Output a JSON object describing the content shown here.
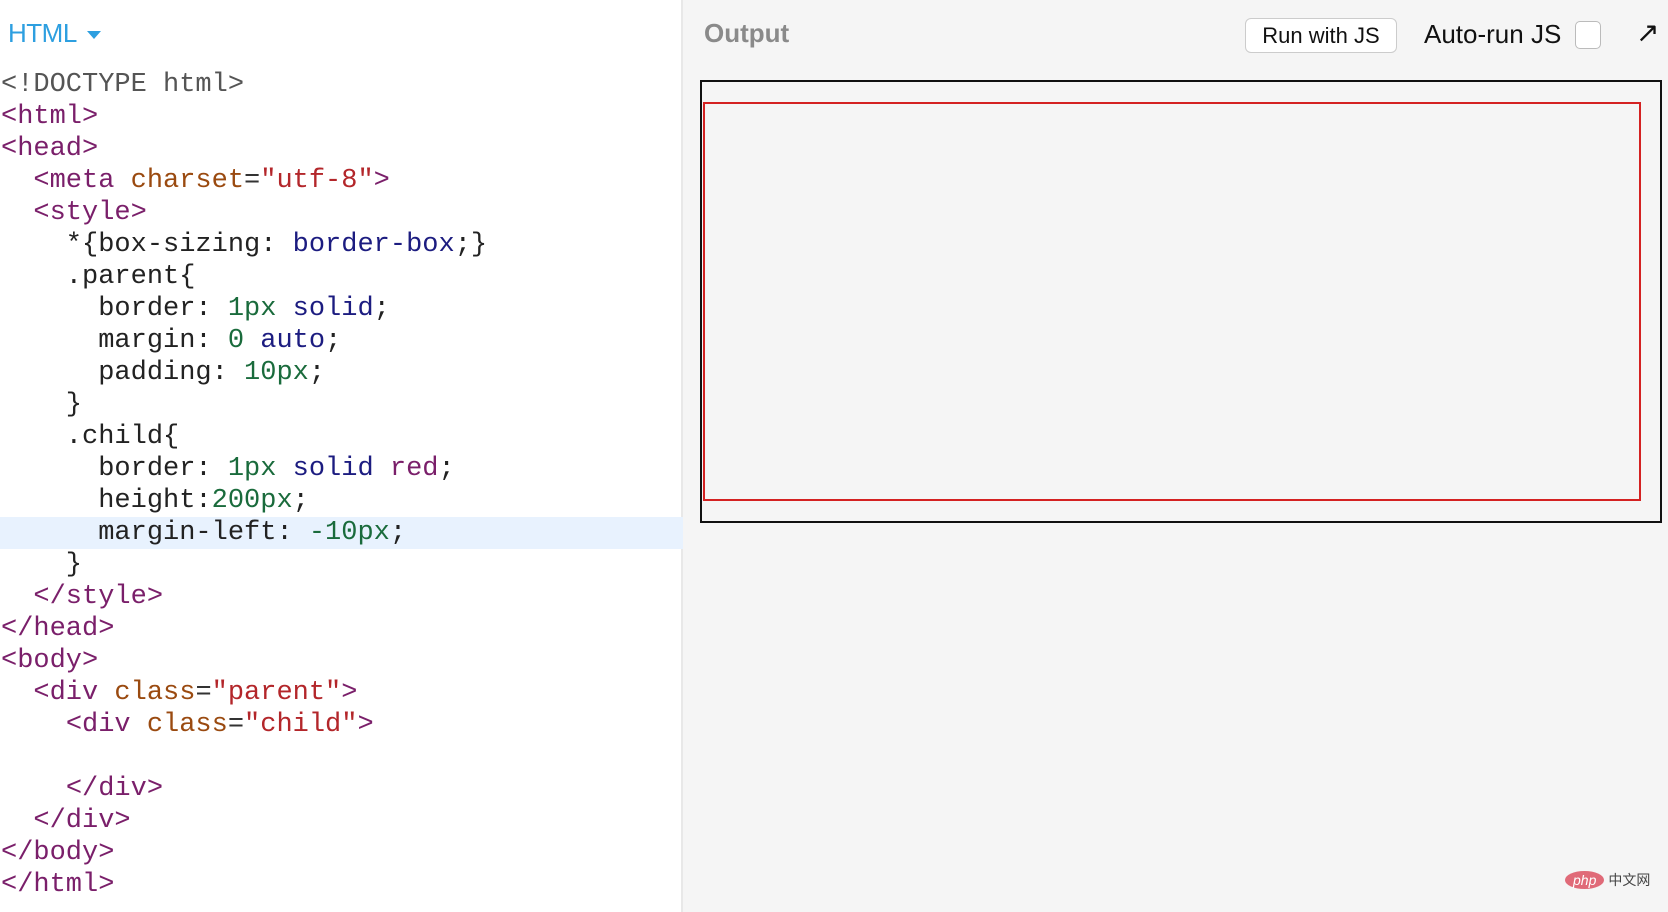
{
  "editor": {
    "language": "HTML",
    "lines": [
      [
        [
          "doc",
          "<!DOCTYPE html>"
        ]
      ],
      [
        [
          "tag",
          "<html>"
        ]
      ],
      [
        [
          "tag",
          "<head>"
        ]
      ],
      [
        [
          "plain",
          "  "
        ],
        [
          "tag",
          "<meta "
        ],
        [
          "attr",
          "charset"
        ],
        [
          "punc",
          "="
        ],
        [
          "str",
          "\"utf-8\""
        ],
        [
          "tag",
          ">"
        ]
      ],
      [
        [
          "plain",
          "  "
        ],
        [
          "tag",
          "<style>"
        ]
      ],
      [
        [
          "plain",
          "    *{box-sizing: "
        ],
        [
          "kw",
          "border-box"
        ],
        [
          "plain",
          ";}"
        ]
      ],
      [
        [
          "plain",
          "    .parent{"
        ]
      ],
      [
        [
          "plain",
          "      border: "
        ],
        [
          "num",
          "1px"
        ],
        [
          "plain",
          " "
        ],
        [
          "kw",
          "solid"
        ],
        [
          "plain",
          ";"
        ]
      ],
      [
        [
          "plain",
          "      margin: "
        ],
        [
          "num",
          "0"
        ],
        [
          "plain",
          " "
        ],
        [
          "kw",
          "auto"
        ],
        [
          "plain",
          ";"
        ]
      ],
      [
        [
          "plain",
          "      padding: "
        ],
        [
          "num",
          "10px"
        ],
        [
          "plain",
          ";"
        ]
      ],
      [
        [
          "plain",
          "    }"
        ]
      ],
      [
        [
          "plain",
          "    .child{"
        ]
      ],
      [
        [
          "plain",
          "      border: "
        ],
        [
          "num",
          "1px"
        ],
        [
          "plain",
          " "
        ],
        [
          "kw",
          "solid"
        ],
        [
          "plain",
          " "
        ],
        [
          "tag",
          "red"
        ],
        [
          "plain",
          ";"
        ]
      ],
      [
        [
          "plain",
          "      height:"
        ],
        [
          "num",
          "200px"
        ],
        [
          "plain",
          ";"
        ]
      ],
      [
        [
          "plain",
          "      margin-left: "
        ],
        [
          "num",
          "-10px"
        ],
        [
          "plain",
          ";"
        ]
      ],
      [
        [
          "plain",
          "    }"
        ]
      ],
      [
        [
          "plain",
          "  "
        ],
        [
          "tag",
          "</style>"
        ]
      ],
      [
        [
          "tag",
          "</head>"
        ]
      ],
      [
        [
          "tag",
          "<body>"
        ]
      ],
      [
        [
          "plain",
          "  "
        ],
        [
          "tag",
          "<div "
        ],
        [
          "attr",
          "class"
        ],
        [
          "punc",
          "="
        ],
        [
          "str",
          "\"parent\""
        ],
        [
          "tag",
          ">"
        ]
      ],
      [
        [
          "plain",
          "    "
        ],
        [
          "tag",
          "<div "
        ],
        [
          "attr",
          "class"
        ],
        [
          "punc",
          "="
        ],
        [
          "str",
          "\"child\""
        ],
        [
          "tag",
          ">"
        ]
      ],
      [
        [
          "plain",
          " "
        ]
      ],
      [
        [
          "plain",
          "    "
        ],
        [
          "tag",
          "</div>"
        ]
      ],
      [
        [
          "plain",
          "  "
        ],
        [
          "tag",
          "</div>"
        ]
      ],
      [
        [
          "tag",
          "</body>"
        ]
      ],
      [
        [
          "tag",
          "</html>"
        ]
      ]
    ],
    "highlighted_line": 14
  },
  "output": {
    "title": "Output",
    "run_button": "Run with JS",
    "autorun_label": "Auto-run JS",
    "autorun_checked": false
  },
  "watermark": {
    "badge": "php",
    "text": "中文网"
  }
}
